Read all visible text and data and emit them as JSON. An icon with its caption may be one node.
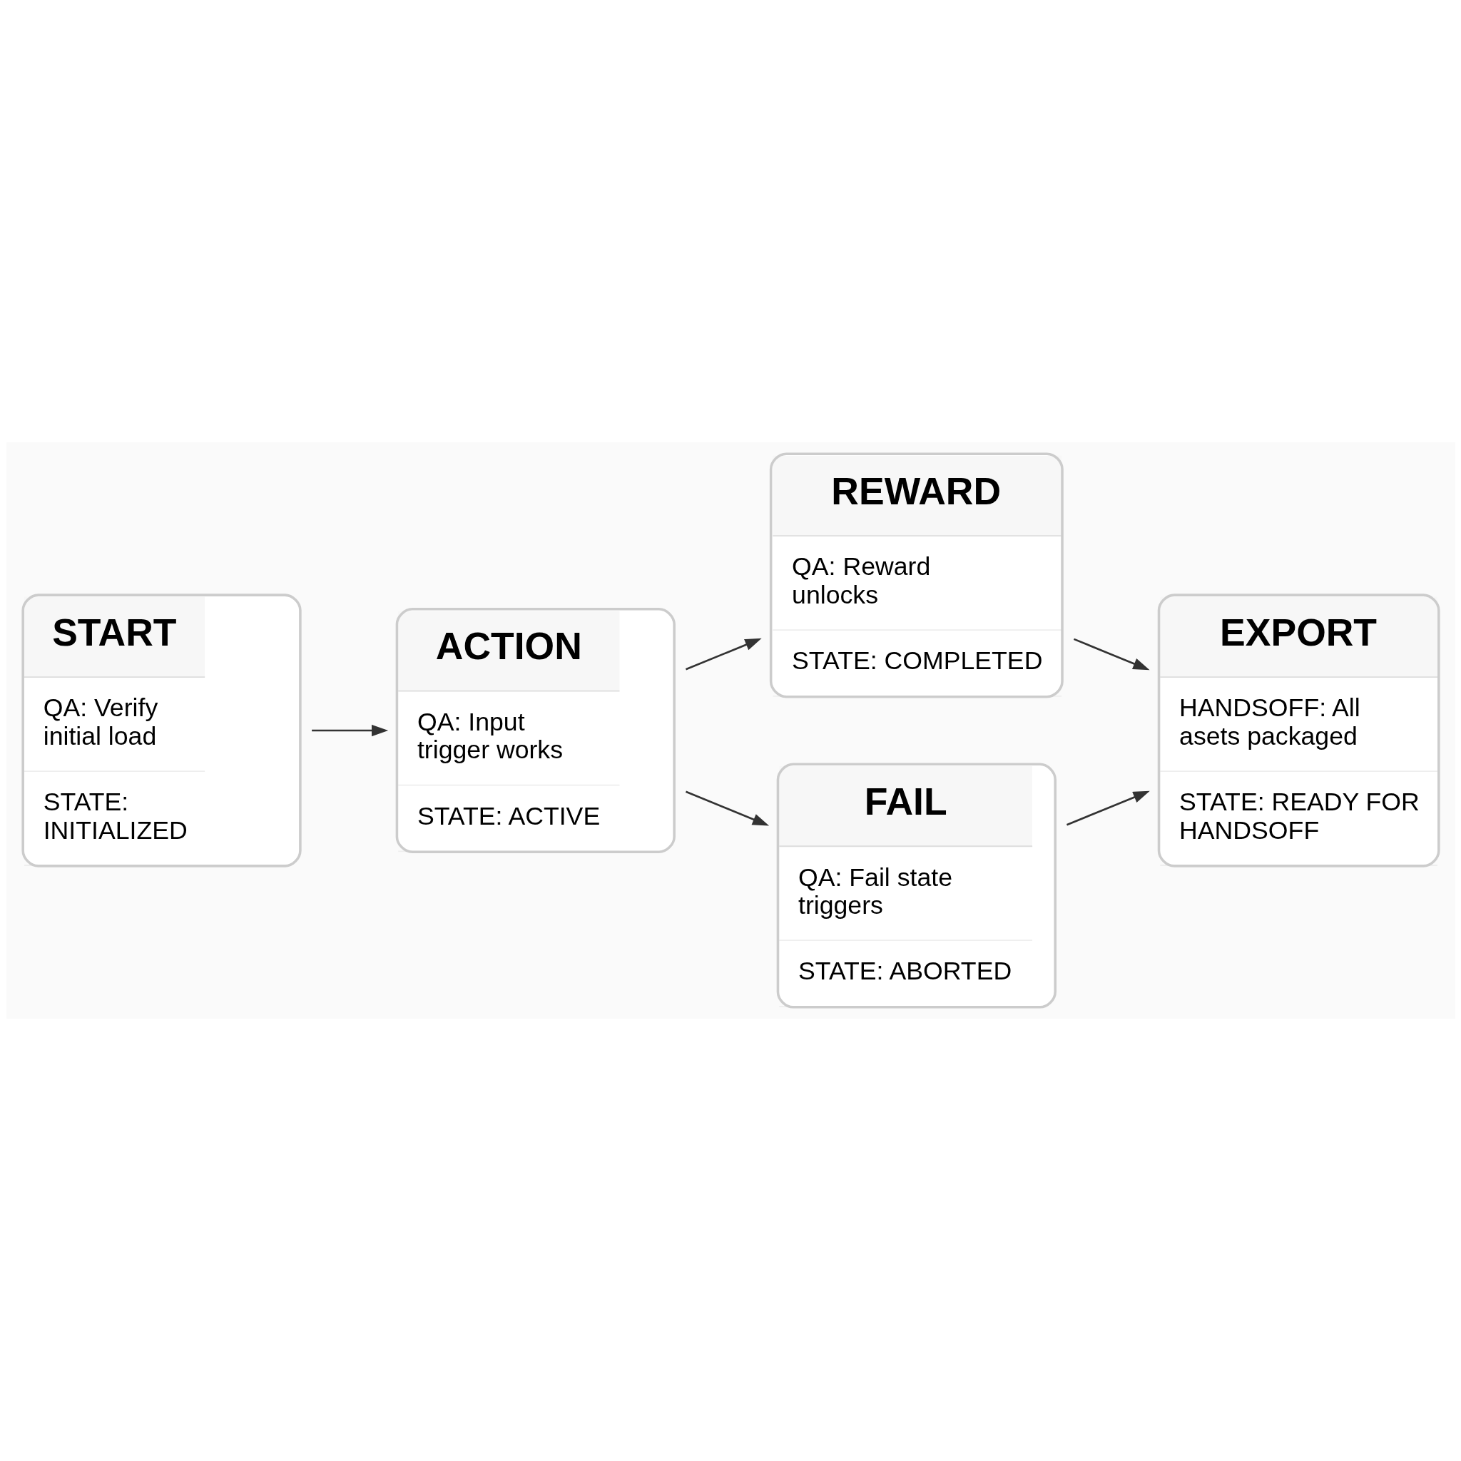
{
  "diagram": {
    "nodes": [
      {
        "text": [
          "START",
          "QA: Verify initial load",
          "STATE: INITIALIZED"
        ]
      },
      {
        "text": [
          "ACTION",
          "QA: Input trigger works",
          "STATE: ACTIVE"
        ]
      },
      {
        "text": [
          "REWARD",
          "QA: Reward unlocks",
          "STATE: COMPLETED"
        ]
      },
      {
        "text": [
          "FAIL",
          "QA: Fail state triggers",
          "STATE: ABORTED"
        ]
      },
      {
        "text": [
          "EXPORT",
          "HANDSOFF: All asets packaged",
          "STATE: READY FOR HANDSOFF"
        ]
      }
    ],
    "edges": [
      {
        "from": 0,
        "to": 1,
        "arrow": "to"
      },
      {
        "from": 1,
        "to": 2,
        "arrow": "to"
      },
      {
        "from": 1,
        "to": 3,
        "arrow": "to"
      },
      {
        "from": 2,
        "to": 4,
        "arrow": "to"
      },
      {
        "from": 3,
        "to": 4,
        "arrow": "to"
      }
    ]
  }
}
